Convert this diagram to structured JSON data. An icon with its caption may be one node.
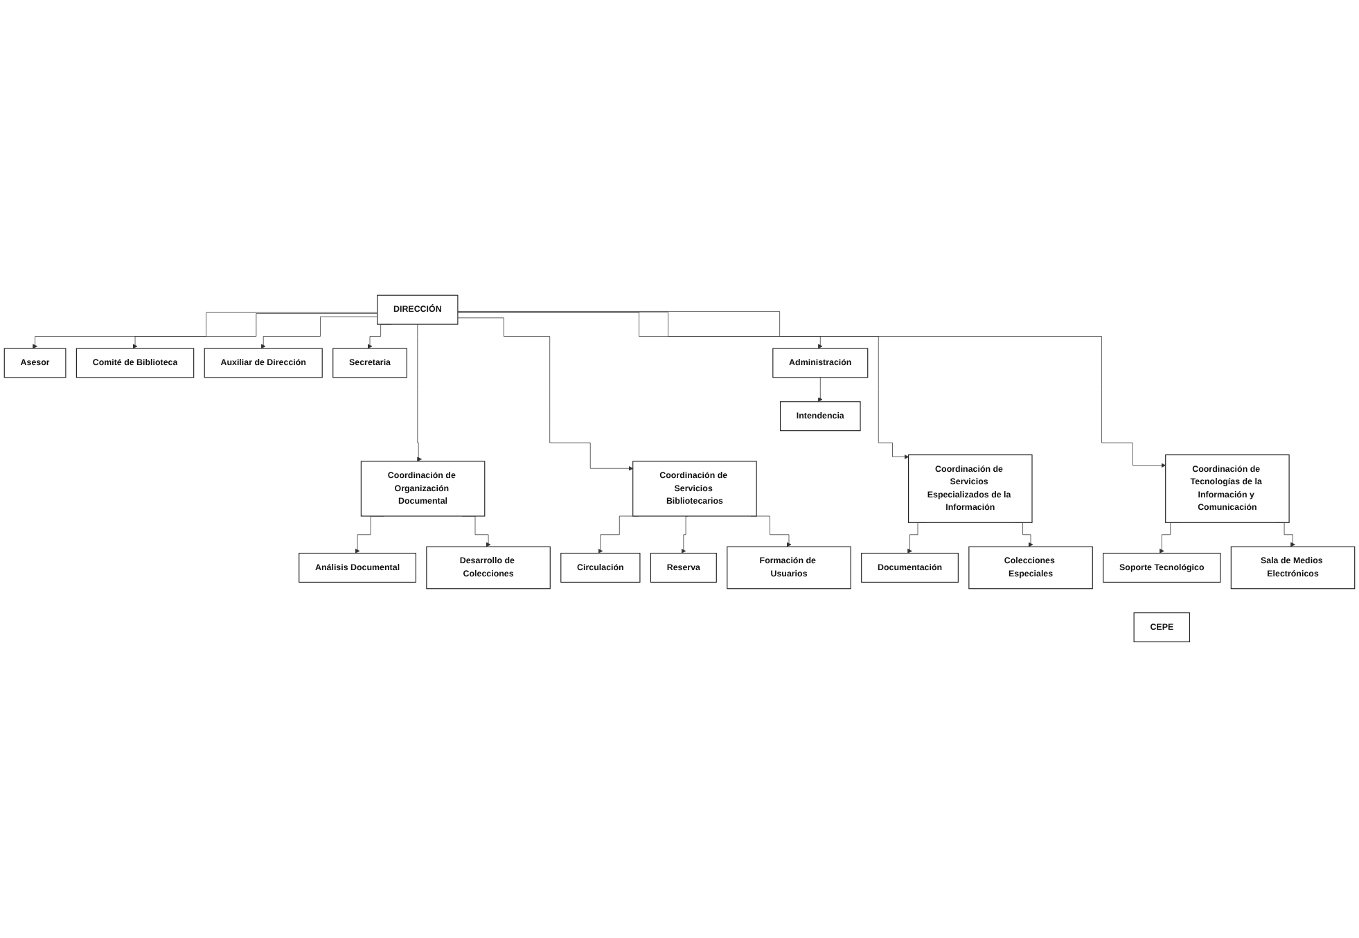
{
  "diagram": {
    "nodes": [
      {
        "text": [
          "DIRECCIÓN"
        ]
      },
      {
        "text": [
          "Asesor"
        ]
      },
      {
        "text": [
          "Comité de Biblioteca"
        ]
      },
      {
        "text": [
          "Auxiliar de Dirección"
        ]
      },
      {
        "text": [
          "Secretaria"
        ]
      },
      {
        "text": [
          "Administración"
        ]
      },
      {
        "text": [
          "Intendencia"
        ]
      },
      {
        "text": [
          "Coordinación de Organización Documental"
        ]
      },
      {
        "text": [
          "Coordinación de Servicios Bibliotecarios"
        ]
      },
      {
        "text": [
          "Coordinación de Servicios Especializados de la Información"
        ]
      },
      {
        "text": [
          "Coordinación de Tecnologías de la Información y Comunicación"
        ]
      },
      {
        "text": [
          "Análisis Documental"
        ]
      },
      {
        "text": [
          "Desarrollo de Colecciones"
        ]
      },
      {
        "text": [
          "Circulación"
        ]
      },
      {
        "text": [
          "Reserva"
        ]
      },
      {
        "text": [
          "Formación de Usuarios"
        ]
      },
      {
        "text": [
          "Documentación"
        ]
      },
      {
        "text": [
          "Colecciones Especiales"
        ]
      },
      {
        "text": [
          "Soporte Tecnológico"
        ]
      },
      {
        "text": [
          "Sala de Medios Electrónicos"
        ]
      },
      {
        "text": [
          "CEPE"
        ]
      }
    ],
    "edges": [
      {
        "from": 0,
        "to": 1,
        "arrow": "to"
      },
      {
        "from": 0,
        "to": 2,
        "arrow": "to"
      },
      {
        "from": 0,
        "to": 3,
        "arrow": "to"
      },
      {
        "from": 0,
        "to": 4,
        "arrow": "to"
      },
      {
        "from": 0,
        "to": 5,
        "arrow": "to"
      },
      {
        "from": 5,
        "to": 6,
        "arrow": "to"
      },
      {
        "from": 0,
        "to": 7,
        "arrow": "to"
      },
      {
        "from": 0,
        "to": 8,
        "arrow": "to"
      },
      {
        "from": 0,
        "to": 9,
        "arrow": "to"
      },
      {
        "from": 0,
        "to": 10,
        "arrow": "to"
      },
      {
        "from": 7,
        "to": 11,
        "arrow": "to"
      },
      {
        "from": 7,
        "to": 12,
        "arrow": "to"
      },
      {
        "from": 8,
        "to": 13,
        "arrow": "to"
      },
      {
        "from": 8,
        "to": 14,
        "arrow": "to"
      },
      {
        "from": 8,
        "to": 15,
        "arrow": "to"
      },
      {
        "from": 9,
        "to": 16,
        "arrow": "to"
      },
      {
        "from": 9,
        "to": 17,
        "arrow": "to"
      },
      {
        "from": 10,
        "to": 18,
        "arrow": "to"
      },
      {
        "from": 10,
        "to": 19,
        "arrow": "to"
      }
    ]
  }
}
